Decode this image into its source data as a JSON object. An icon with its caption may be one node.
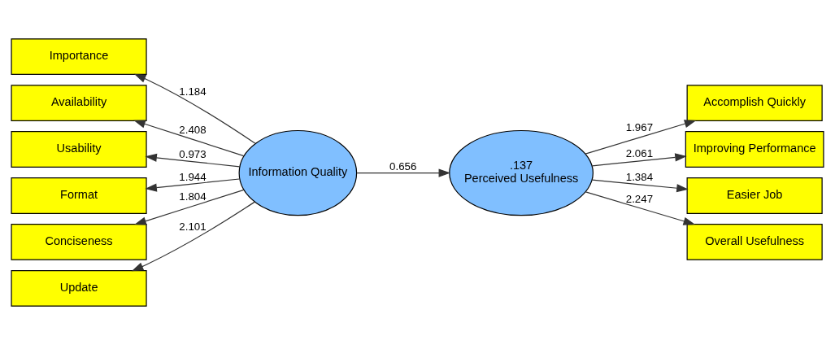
{
  "diagram": {
    "nodes": [
      {
        "text": [
          "Information Quality"
        ]
      },
      {
        "text": [
          ".137",
          "Perceived Usefulness"
        ]
      },
      {
        "text": [
          "Importance"
        ]
      },
      {
        "text": [
          "Availability"
        ]
      },
      {
        "text": [
          "Usability"
        ]
      },
      {
        "text": [
          "Format"
        ]
      },
      {
        "text": [
          "Conciseness"
        ]
      },
      {
        "text": [
          "Update"
        ]
      },
      {
        "text": [
          "Accomplish Quickly"
        ]
      },
      {
        "text": [
          "Improving Performance"
        ]
      },
      {
        "text": [
          "Easier Job"
        ]
      },
      {
        "text": [
          "Overall Usefulness"
        ]
      }
    ],
    "edges": [
      {
        "from": 0,
        "to": 2,
        "arrow": "to",
        "label": "1.184"
      },
      {
        "from": 0,
        "to": 3,
        "arrow": "to",
        "label": "2.408"
      },
      {
        "from": 0,
        "to": 4,
        "arrow": "to",
        "label": "0.973"
      },
      {
        "from": 0,
        "to": 5,
        "arrow": "to",
        "label": "1.944"
      },
      {
        "from": 0,
        "to": 6,
        "arrow": "to",
        "label": "1.804"
      },
      {
        "from": 0,
        "to": 7,
        "arrow": "to",
        "label": "2.101"
      },
      {
        "from": 0,
        "to": 1,
        "arrow": "to",
        "label": "0.656"
      },
      {
        "from": 1,
        "to": 8,
        "arrow": "to",
        "label": "1.967"
      },
      {
        "from": 1,
        "to": 9,
        "arrow": "to",
        "label": "2.061"
      },
      {
        "from": 1,
        "to": 10,
        "arrow": "to",
        "label": "1.384"
      },
      {
        "from": 1,
        "to": 11,
        "arrow": "to",
        "label": "2.247"
      }
    ]
  }
}
